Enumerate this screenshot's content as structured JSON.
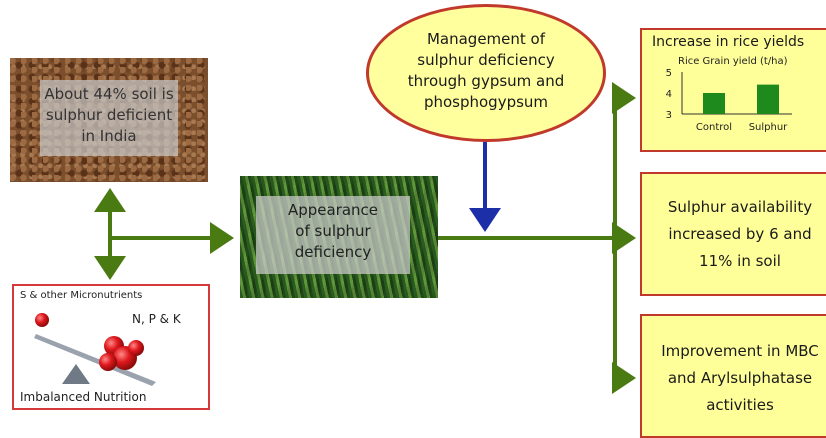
{
  "soil_box": {
    "line1": "About 44% soil is",
    "line2": "sulphur deficient",
    "line3": "in India"
  },
  "deficiency_box": {
    "line1": "Appearance",
    "line2": "of sulphur",
    "line3": "deficiency"
  },
  "management": {
    "line1": "Management of",
    "line2": "sulphur deficiency",
    "line3": "through gypsum and",
    "line4": "phosphogypsum"
  },
  "nutrition_box": {
    "top_label": "S & other Micronutrients",
    "npk_label": "N, P & K",
    "bottom_label": "Imbalanced Nutrition"
  },
  "yield_box": {
    "title": "Increase in rice yields",
    "chart_data": {
      "type": "bar",
      "title": "Rice Grain yield (t/ha)",
      "categories": [
        "Control",
        "Sulphur"
      ],
      "values": [
        4.0,
        4.4
      ],
      "ylim": [
        3,
        5
      ],
      "yticks": [
        "5",
        "4",
        "3"
      ],
      "bar_color": "#1e8a1e"
    }
  },
  "availability_box": {
    "line1": "Sulphur availability",
    "line2": "increased by 6 and",
    "line3": "11% in soil"
  },
  "improvement_box": {
    "line1": "Improvement in MBC",
    "line2": "and Arylsulphatase",
    "line3": "activities"
  },
  "colors": {
    "arrow_green": "#4a7a12",
    "arrow_blue": "#1c2fa8",
    "box_border": "#c0392b",
    "box_fill": "#ffff99"
  }
}
